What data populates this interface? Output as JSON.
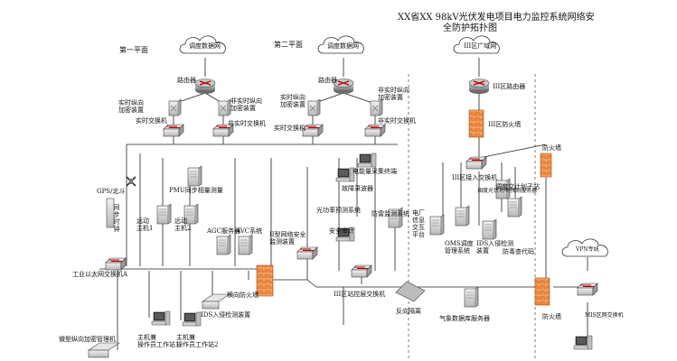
{
  "title": {
    "line1": "XX省XX 98kV光伏发电项目电力监控系统网络安",
    "line2": "全防护拓扑图"
  },
  "planes": {
    "first": "第一平面",
    "second": "第二平面"
  },
  "clouds": {
    "dispatch1": "调度数据网",
    "dispatch2": "调度数据网",
    "wan3": "III区广域网",
    "vpn": "VPN专线"
  },
  "labels": {
    "router1": "路由器",
    "realtime_enc1": "实时纵向\n加密装置",
    "nonrealtime_enc1": "非实时纵向\n加密装置",
    "realtime_sw1": "实时交换机",
    "nonrealtime_sw1": "非实时交换机",
    "router2": "路由器",
    "realtime_enc2": "实时纵向\n加密装置",
    "nonrealtime_enc2": "非实时纵向\n加密装置",
    "realtime_sw2": "实时交换机",
    "nonrealtime_sw2": "非实时交换机",
    "router3": "III区路由器",
    "fw3": "III区防火墙",
    "fw_right": "防火墙",
    "sw3": "III区接入交换机",
    "predict_server": "调度光伏功率预测服务器",
    "plan_station": "调度交计划子站",
    "gps": "GPS/北斗",
    "sync_clock": "同步时钟",
    "host1": "远动\n主机1",
    "host2": "远动\n主机2",
    "pmu": "PMU同步相量测量",
    "agc": "AGC服务器",
    "avc": "AVC系统",
    "power_station": "电能量采集终端",
    "fault_recorder": "故障录波器",
    "ups_power": "光功率预测系统",
    "protection_mgmt": "防雷监测系统",
    "security_monitor": "II型网络安全\n监测装置",
    "security_audit": "安全审计",
    "info_platform": "电厂\n信息\n交互\n平台",
    "oms": "OMS调度\n管理系统",
    "ids3": "IDS入侵检测\n装置",
    "antivirus": "防毒查代码",
    "industrial_sw": "工业以太网交换机A",
    "horizontal_fw": "横向防火墙",
    "station_sw": "III区站控层交换机",
    "reverse_iso": "反向隔离",
    "weather_server": "气象数据库服务器",
    "fw_bottom": "防火墙",
    "mis_sw": "MIS区网交换机",
    "ids_bottom": "IDS入侵检测装置",
    "main_ws": "主机兼\n操作员工作站1",
    "op_ws": "主机兼\n操作员工作站2",
    "micro_mgmt": "微型纵向加密管理机"
  },
  "colors": {
    "line": "#222222",
    "dashed": "#444444",
    "firewall": "#e8833a",
    "router": "#8a8a8a",
    "device": "#cfcfcf"
  }
}
